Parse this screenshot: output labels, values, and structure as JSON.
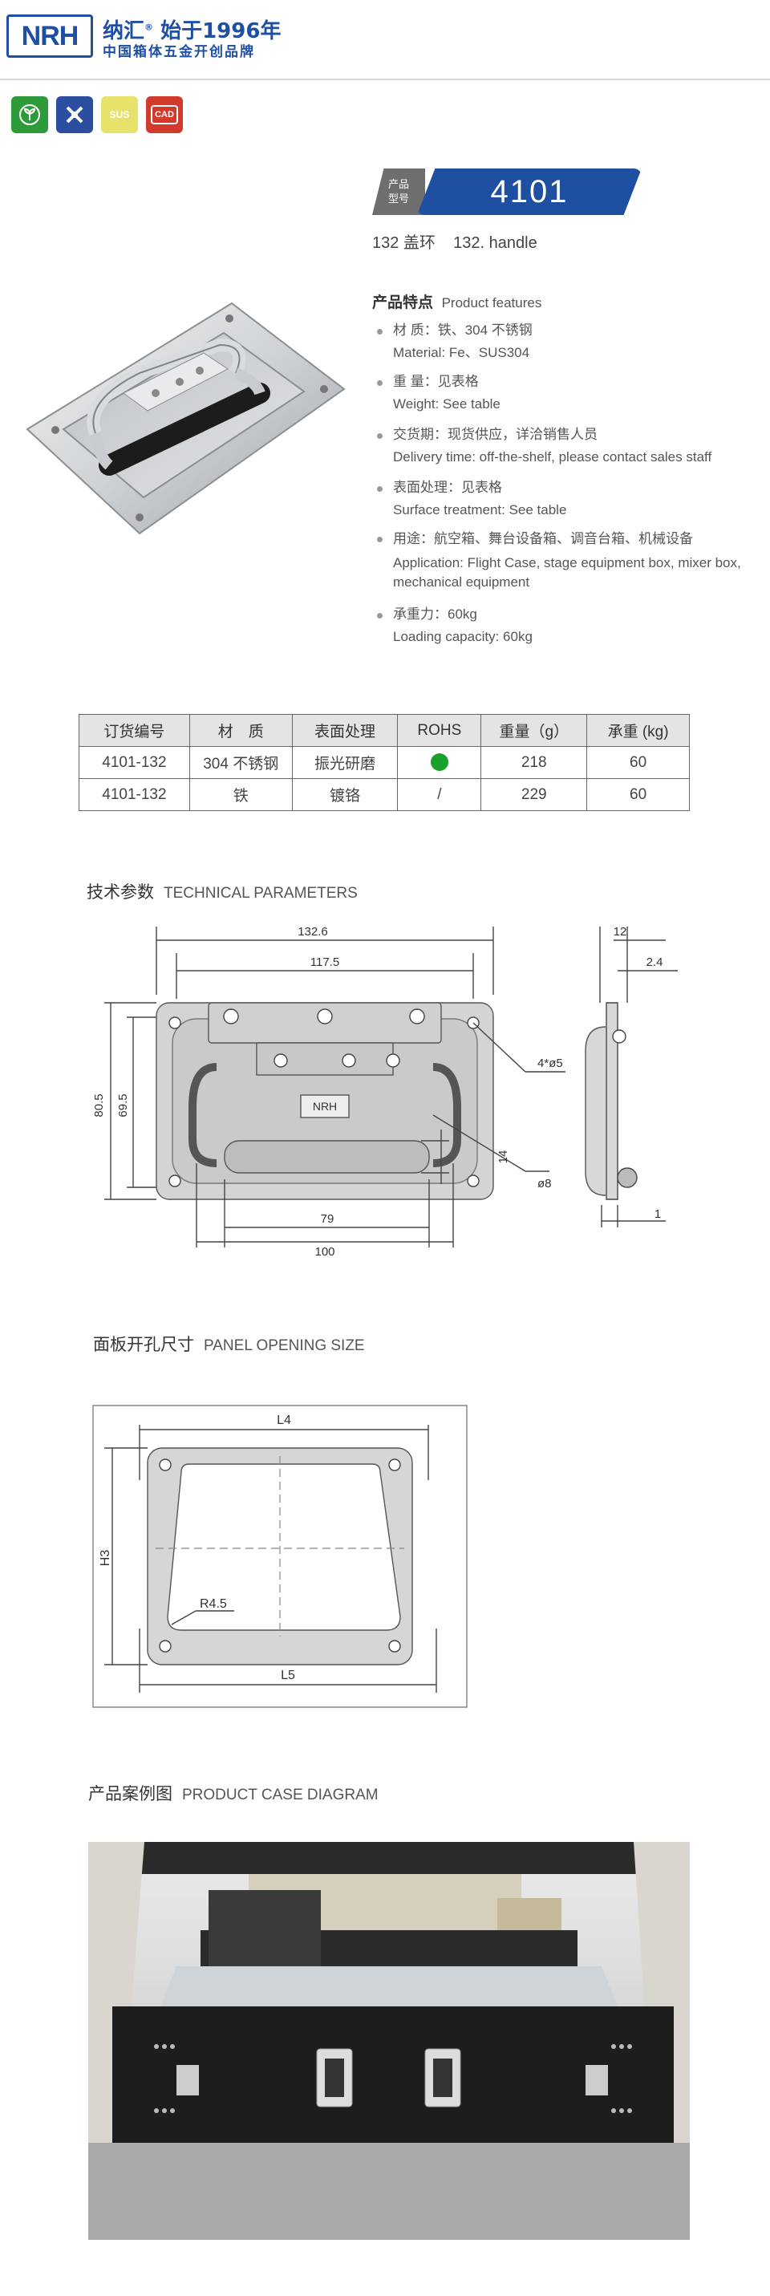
{
  "header": {
    "logo_text": "NRH",
    "brand_name": "纳汇",
    "brand_reg": "®",
    "brand_since": "始于1996年",
    "brand_sub": "中国箱体五金开创品牌"
  },
  "certs": [
    {
      "name": "eco-badge",
      "label": "",
      "color": "#2e9b3a"
    },
    {
      "name": "custom-badge",
      "label": "",
      "color": "#2b4f9e"
    },
    {
      "name": "sus-badge",
      "label": "SUS",
      "color": "#e6e26a"
    },
    {
      "name": "cad-badge",
      "label": "CAD",
      "color": "#d23a2e"
    }
  ],
  "product": {
    "model_label_1": "产品",
    "model_label_2": "型号",
    "model_number": "4101",
    "subtitle_cn": "132 盖环",
    "subtitle_en": "132. handle"
  },
  "features": {
    "title_cn": "产品特点",
    "title_en": "Product features",
    "items": [
      {
        "cn": "材  质：铁、304 不锈钢",
        "en": "Material: Fe、SUS304"
      },
      {
        "cn": "重  量：见表格",
        "en": "Weight: See table"
      },
      {
        "cn": "交货期：现货供应，详洽销售人员",
        "en": "Delivery time: off-the-shelf, please contact sales staff"
      },
      {
        "cn": "表面处理：见表格",
        "en": "Surface treatment: See table"
      },
      {
        "cn": "用途：航空箱、舞台设备箱、调音台箱、机械设备",
        "en": "Application: Flight Case, stage equipment box, mixer box,",
        "en2": "mechanical equipment"
      },
      {
        "cn": "承重力：60kg",
        "en": "Loading capacity: 60kg"
      }
    ]
  },
  "table": {
    "headers": [
      "订货编号",
      "材　质",
      "表面处理",
      "ROHS",
      "重量（g）",
      "承重 (kg)"
    ],
    "rows": [
      {
        "code": "4101-132",
        "material": "304 不锈钢",
        "finish": "振光研磨",
        "rohs": "●",
        "weight": "218",
        "load": "60"
      },
      {
        "code": "4101-132",
        "material": "铁",
        "finish": "镀铬",
        "rohs": "/",
        "weight": "229",
        "load": "60"
      }
    ]
  },
  "technical": {
    "title_cn": "技术参数",
    "title_en": "TECHNICAL PARAMETERS",
    "dims": {
      "overall_width": "132.6",
      "inner_width": "117.5",
      "height_outer": "80.5",
      "height_inner": "69.5",
      "holes": "4*ø5",
      "grip_height": "14",
      "grip_dia": "ø8",
      "bottom_inner": "79",
      "bottom_outer": "100",
      "depth": "12",
      "thickness": "2.4",
      "plate": "1"
    }
  },
  "panel": {
    "title_cn": "面板开孔尺寸",
    "title_en": "PANEL OPENING SIZE",
    "dims": {
      "top": "L4",
      "side": "H3",
      "radius": "R4.5",
      "bottom": "L5"
    }
  },
  "case": {
    "title_cn": "产品案例图",
    "title_en": "PRODUCT CASE DIAGRAM"
  }
}
